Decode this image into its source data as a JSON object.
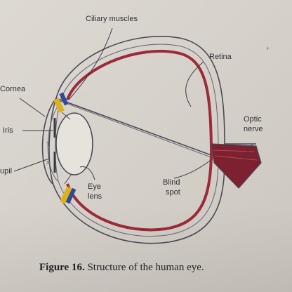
{
  "figure": {
    "caption_number": "Figure 16.",
    "caption_text": "Structure of the human eye."
  },
  "labels": {
    "ciliary_muscles": "Ciliary muscles",
    "retina": "Retina",
    "cornea": "Cornea",
    "iris": "Iris",
    "pupil": "upil",
    "optic_nerve_line1": "Optic",
    "optic_nerve_line2": "nerve",
    "eye_lens_line1": "Eye",
    "eye_lens_line2": "lens",
    "blind_spot_line1": "Blind",
    "blind_spot_line2": "spot",
    "stray_mark": "+"
  },
  "colors": {
    "retina_red": "#9c2a3a",
    "outline": "#4a4a55",
    "ciliary_blue": "#2e4a9a",
    "ciliary_yellow": "#d9b21e",
    "paper": "#d9d5cf"
  }
}
